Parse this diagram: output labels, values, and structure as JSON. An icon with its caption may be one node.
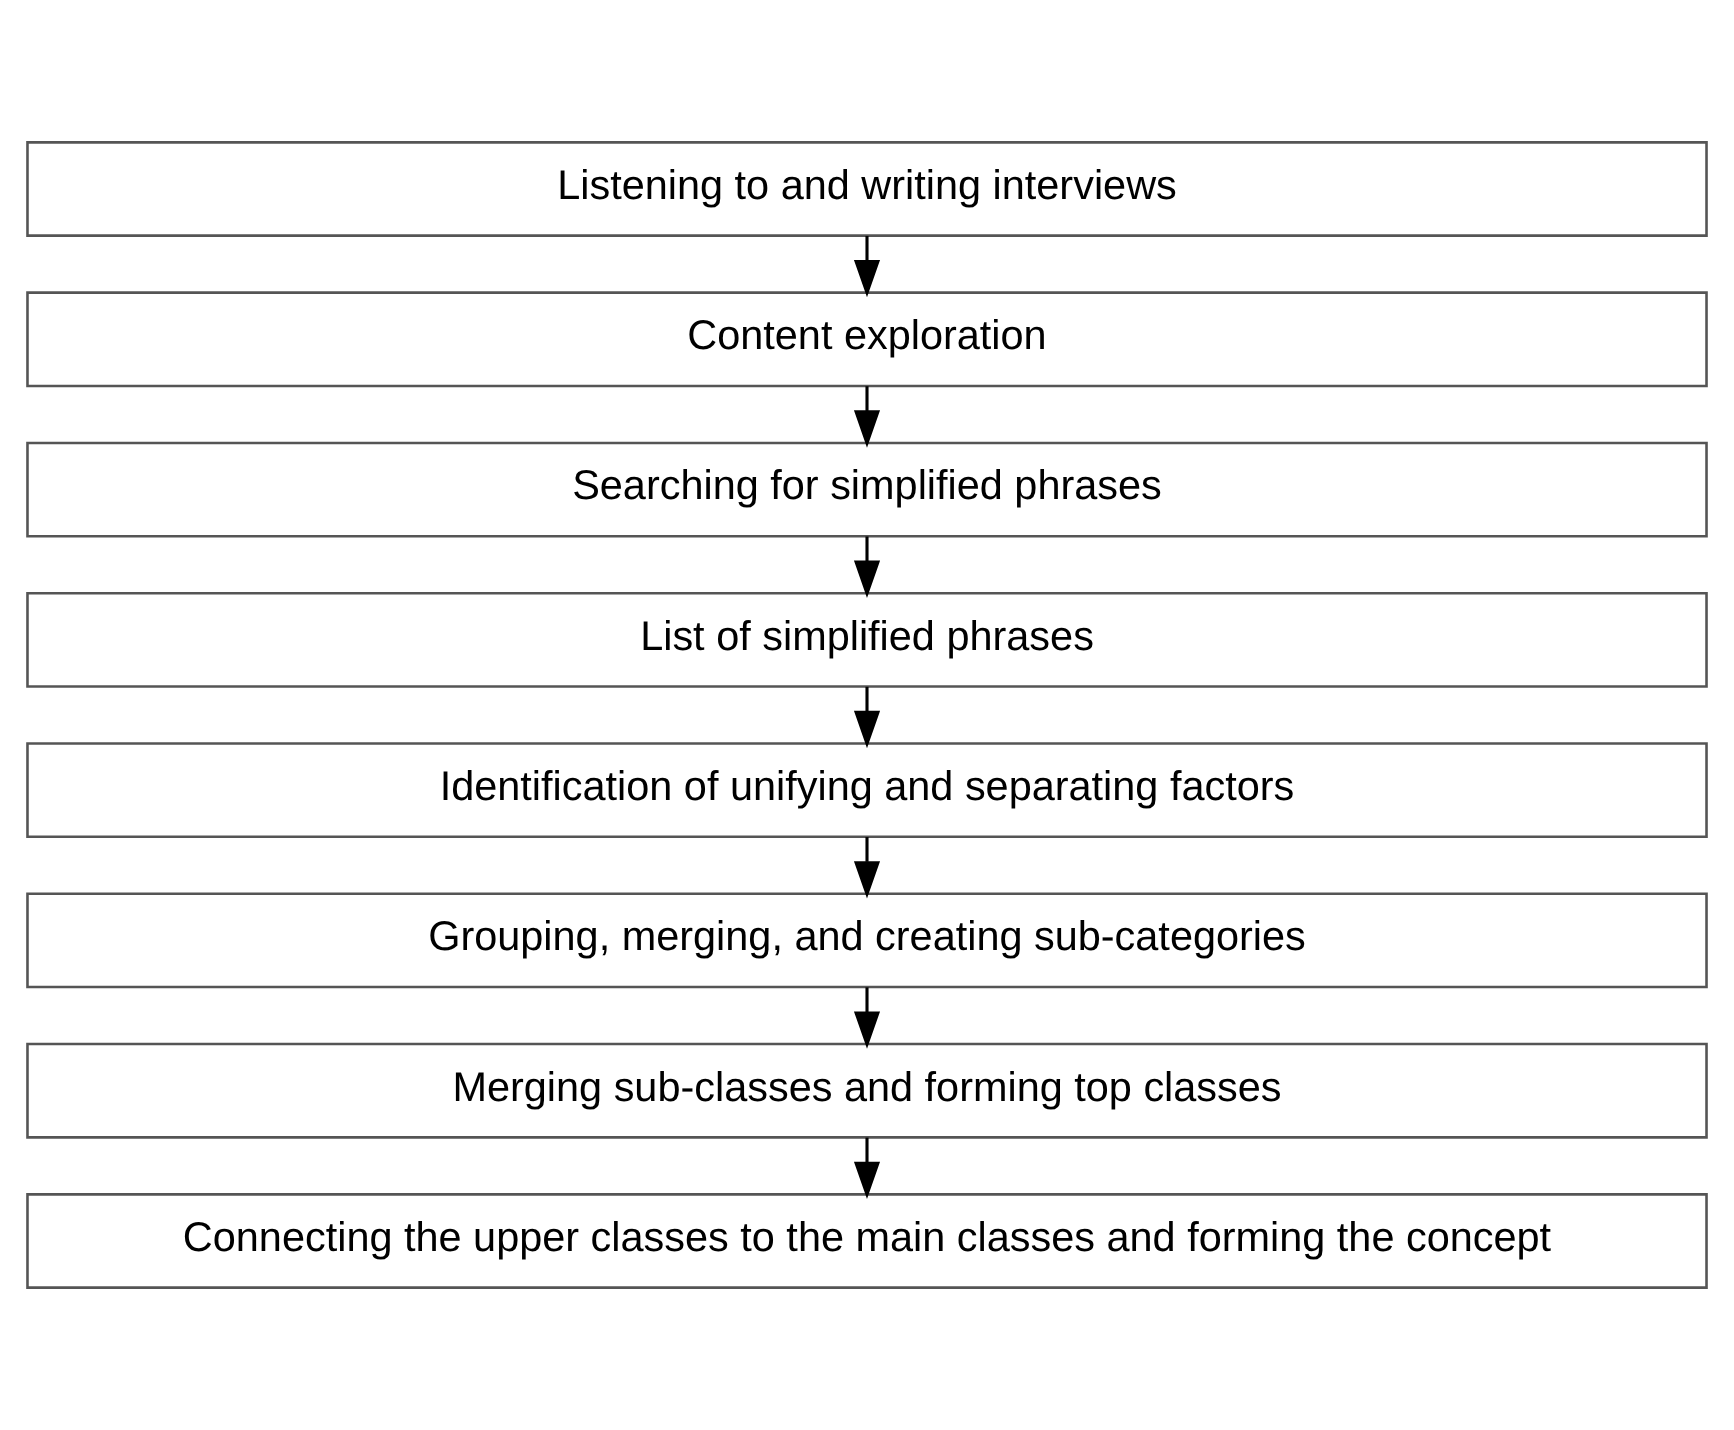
{
  "diagram": {
    "nodes": [
      {
        "text": [
          "Listening to and writing interviews"
        ]
      },
      {
        "text": [
          "Content exploration"
        ]
      },
      {
        "text": [
          "Searching for simplified phrases"
        ]
      },
      {
        "text": [
          "List of simplified phrases"
        ]
      },
      {
        "text": [
          "Identification of unifying and separating factors"
        ]
      },
      {
        "text": [
          "Grouping, merging, and creating sub-categories"
        ]
      },
      {
        "text": [
          "Merging sub-classes and forming top classes"
        ]
      },
      {
        "text": [
          "Connecting the upper classes to the main classes and forming the concept"
        ]
      }
    ],
    "edges": [
      {
        "from": 0,
        "to": 1,
        "arrow": "to"
      },
      {
        "from": 1,
        "to": 2,
        "arrow": "to"
      },
      {
        "from": 2,
        "to": 3,
        "arrow": "to"
      },
      {
        "from": 3,
        "to": 4,
        "arrow": "to"
      },
      {
        "from": 4,
        "to": 5,
        "arrow": "to"
      },
      {
        "from": 5,
        "to": 6,
        "arrow": "to"
      },
      {
        "from": 6,
        "to": 7,
        "arrow": "to"
      }
    ]
  }
}
